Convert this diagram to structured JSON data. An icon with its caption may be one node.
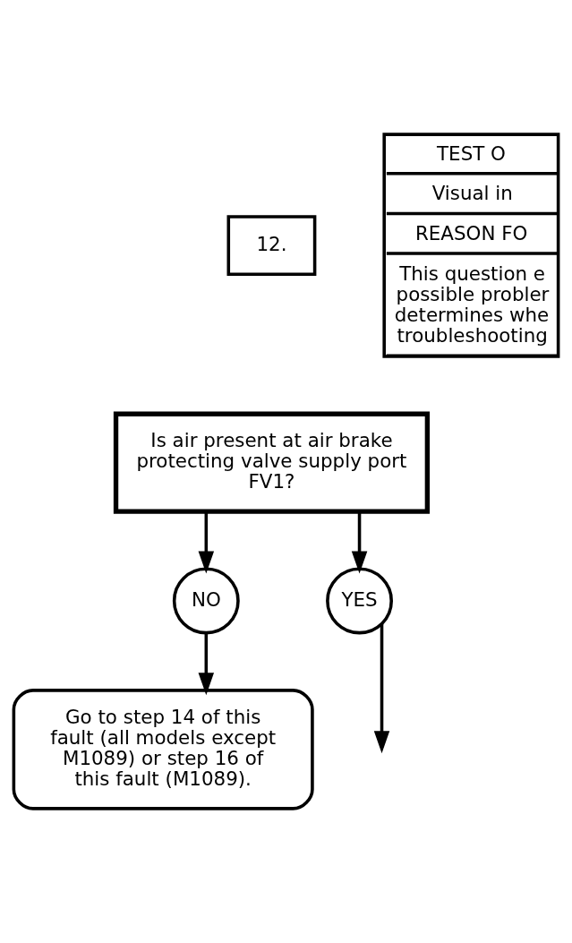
{
  "diagram": {
    "nodes": [
      {
        "text": [
          "12."
        ]
      },
      {
        "text": [
          "Is air present at air brake protecting valve supply port FV1?"
        ]
      },
      {
        "text": [
          "TEST O",
          "Visual in",
          "REASON FO",
          "This question e possible probler determines whe troubleshooting"
        ]
      },
      {
        "text": [
          "NO"
        ]
      },
      {
        "text": [
          "Go to step 14 of this fault (all models except M1089) or step 16 of this fault (M1089)."
        ]
      },
      {
        "text": [
          "YES"
        ]
      }
    ],
    "edges": [
      {
        "from": 1,
        "to": 3,
        "arrow": "to"
      },
      {
        "from": 3,
        "to": 4,
        "arrow": "to"
      },
      {
        "from": 1,
        "to": 5,
        "arrow": "to"
      },
      {
        "from": 5,
        "to": null,
        "arrow": "to"
      }
    ]
  }
}
